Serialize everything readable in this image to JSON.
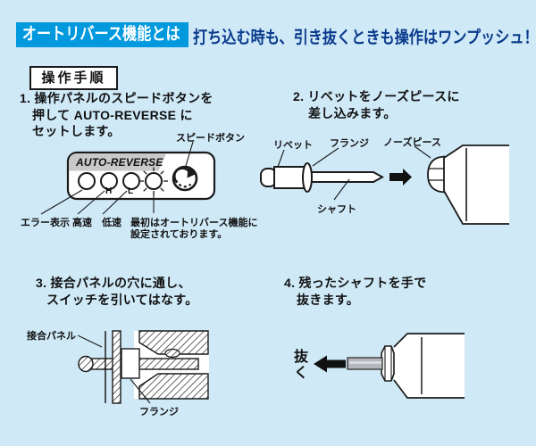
{
  "colors": {
    "background": "#cfe9f7",
    "badge_blue": "#0099dd",
    "headline_blue": "#0a3a8c",
    "ink": "#111111",
    "banner_gray": "#c9c9c9",
    "shaft_gray": "#b4b8bc"
  },
  "header": {
    "badge": "オートリバース機能とは",
    "headline": "打ち込む時も、引き抜くときも操作はワンプッシュ！"
  },
  "section_title": "操作手順",
  "steps": [
    {
      "title_lines": [
        "1. 操作パネルのスピードボタンを",
        "押して AUTO-REVERSE に",
        "セットします。"
      ]
    },
    {
      "title_lines": [
        "2. リベットをノーズピースに",
        "差し込みます。"
      ]
    },
    {
      "title_lines": [
        "3. 接合パネルの穴に通し、",
        "スイッチを引いてはなす。"
      ]
    },
    {
      "title_lines": [
        "4. 残ったシャフトを手で",
        "抜きます。"
      ]
    }
  ],
  "panel": {
    "title": "AUTO-REVERSE",
    "speed_button_label": "スピードボタン",
    "lamp_h": "H",
    "lamp_l": "L",
    "label_error": "エラー表示",
    "label_high_speed": "高速",
    "label_low_speed": "低速",
    "note_lines": [
      "最初はオートリバース機能に",
      "設定されております。"
    ]
  },
  "step2_labels": {
    "rivet": "リベット",
    "flange": "フランジ",
    "nose_piece": "ノーズピース",
    "shaft": "シャフト"
  },
  "step3_labels": {
    "joint_panel": "接合パネル",
    "flange": "フランジ"
  },
  "step4_labels": {
    "pull_out": "抜く"
  }
}
